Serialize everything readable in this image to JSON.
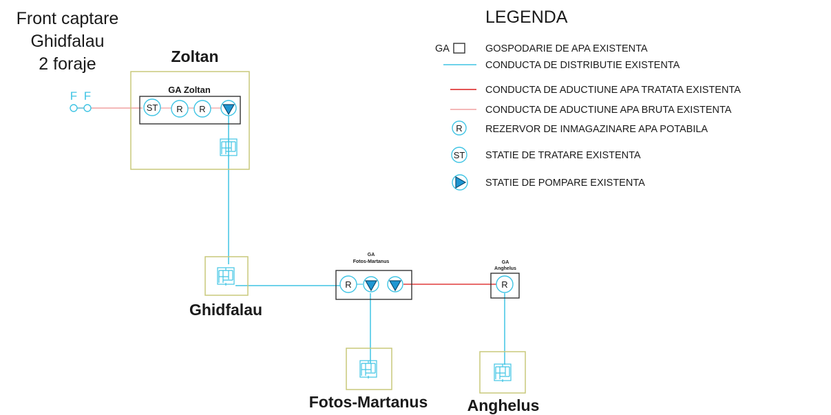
{
  "front": {
    "line1": "Front captare",
    "line2": "Ghidfalau",
    "line3": "2 foraje",
    "well_label": "F"
  },
  "localities": {
    "zoltan": "Zoltan",
    "ghidfalau": "Ghidfalau",
    "fotos_martanus": "Fotos-Martanus",
    "anghelus": "Anghelus"
  },
  "ga_boxes": {
    "zoltan": "GA Zoltan",
    "fotos_prefix": "GA",
    "fotos_name": "Fotos-Martanus",
    "anghelus_prefix": "GA",
    "anghelus_name": "Anghelus"
  },
  "symbols": {
    "tratare": "ST",
    "rezervor": "R",
    "ga": "GA"
  },
  "legend": {
    "title": "LEGENDA",
    "items": [
      "GOSPODARIE DE APA EXISTENTA",
      "CONDUCTA DE DISTRIBUTIE EXISTENTA",
      "CONDUCTA DE ADUCTIUNE APA TRATATA EXISTENTA",
      "CONDUCTA DE ADUCTIUNE APA BRUTA EXISTENTA",
      "REZERVOR DE INMAGAZINARE APA POTABILA",
      "STATIE DE TRATARE EXISTENTA",
      "STATIE DE POMPARE EXISTENTA"
    ]
  },
  "colors": {
    "distributie": "#3fc4e4",
    "aductiune_tratata": "#e03a3a",
    "aductiune_bruta": "#f0a0a0",
    "locality_border": "#c8c87a",
    "ga_border": "#333333"
  }
}
